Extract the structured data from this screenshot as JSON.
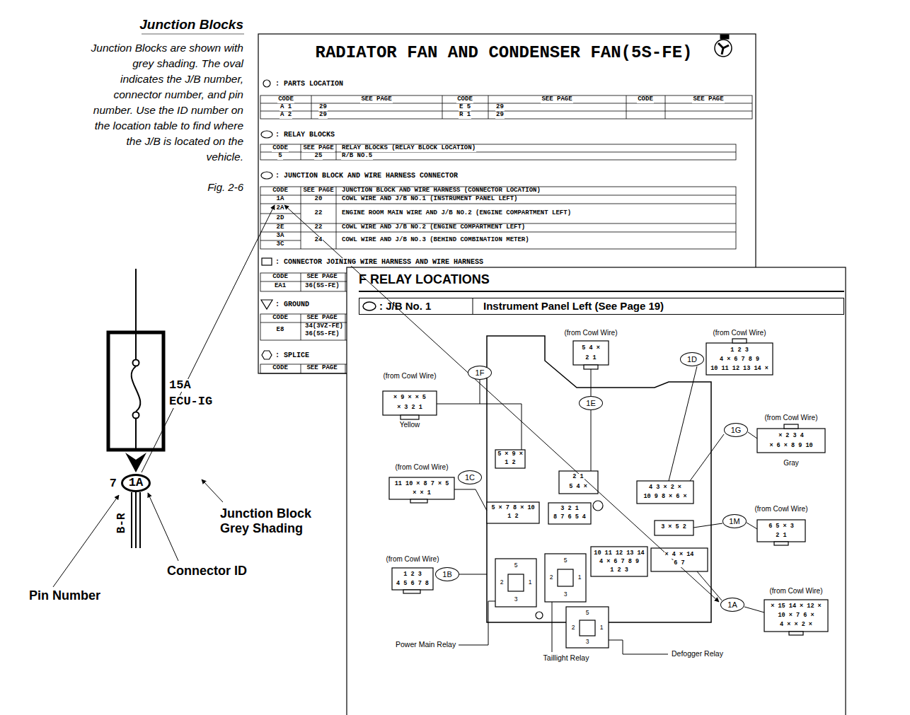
{
  "diagram": {
    "title": "Junction Blocks",
    "caption": "Fig. 2-6",
    "nodes": [
      {
        "text": [
          "1A"
        ]
      },
      {
        "text": [
          "RADIATOR FAN AND CONDENSER FAN(5S-FE)"
        ]
      },
      {
        "text": [
          "F RELAY LOCATIONS"
        ]
      },
      {
        "text": [
          ": J/B No. 1",
          "Instrument Panel Left (See Page 19)"
        ],
        "in": 2
      },
      {
        "text": [
          "1F"
        ],
        "in": 2
      },
      {
        "text": [
          "1E"
        ],
        "in": 2
      },
      {
        "text": [
          "1D"
        ],
        "in": 2
      },
      {
        "text": [
          "1G"
        ],
        "in": 2
      },
      {
        "text": [
          "1C"
        ],
        "in": 2
      },
      {
        "text": [
          "1M"
        ],
        "in": 2
      },
      {
        "text": [
          "1B"
        ],
        "in": 2
      },
      {
        "text": [
          "1A"
        ],
        "in": 2
      }
    ],
    "labels": [
      "Junction Blocks are shown with grey shading. The oval indicates the J/B number, connector number, and pin number. Use the ID number on the location table to find where the J/B is located on the vehicle.",
      "15A",
      "ECU-IG",
      "7",
      "B-R",
      "Junction Block Grey Shading",
      "Connector ID",
      "Pin Number",
      ": PARTS LOCATION",
      "CODE",
      "SEE PAGE",
      "CODE",
      "SEE PAGE",
      "CODE",
      "SEE PAGE",
      "A 1",
      "29",
      "E 5",
      "29",
      "A 2",
      "29",
      "R 1",
      "29",
      ": RELAY BLOCKS",
      "CODE",
      "SEE PAGE",
      "RELAY BLOCKS (RELAY BLOCK LOCATION)",
      "5",
      "25",
      "R/B NO.5",
      ": JUNCTION BLOCK AND WIRE HARNESS CONNECTOR",
      "CODE",
      "SEE PAGE",
      "JUNCTION BLOCK AND WIRE HARNESS (CONNECTOR LOCATION)",
      "1A",
      "20",
      "COWL WIRE AND J/B NO.1 (INSTRUMENT PANEL LEFT)",
      "2A",
      "2D",
      "22",
      "ENGINE ROOM MAIN WIRE AND J/B NO.2 (ENGINE COMPARTMENT LEFT)",
      "2E",
      "22",
      "COWL WIRE AND J/B NO.2 (ENGINE COMPARTMENT LEFT)",
      "3A",
      "3C",
      "24",
      "COWL WIRE AND J/B NO.3 (BEHIND COMBINATION METER)",
      ": CONNECTOR JOINING WIRE HARNESS AND WIRE HARNESS",
      "CODE",
      "SEE PAGE",
      "EA1",
      "36(5S-FE)",
      ": GROUND",
      "CODE",
      "SEE PAGE",
      "E8",
      "34(3VZ-FE)",
      "36(5S-FE)",
      ": SPLICE",
      "CODE",
      "SEE PAGE",
      "(from Cowl Wire)",
      "× 9 × × 5",
      "× 3 2 1",
      "Yellow",
      "(from Cowl Wire)",
      "5 4 ×",
      "2 1",
      "(from Cowl Wire)",
      "1 2 3",
      "4 × 6 7 8 9",
      "10 11 12 13 14 ×",
      "(from Cowl Wire)",
      "× 2 3 4",
      "× 6 × 8 9 10",
      "Gray",
      "(from Cowl Wire)",
      "11 10 × 8 7 × 5",
      "× × 1",
      "(from Cowl Wire)",
      "6 5 × 3",
      "2 1",
      "(from Cowl Wire)",
      "1 2 3",
      "4 5 6 7 8",
      "(from Cowl Wire)",
      "× 15 14 × 12 ×",
      "10 × 7 6 ×",
      "4 × × 2 ×",
      "5 × 9 ×",
      "1 2",
      "2 1",
      "5 4 ×",
      "5 × 7 8 × 10",
      "1 2",
      "3 2 1",
      "8 7 6 5 4",
      "4 3 × 2 ×",
      "10 9 8 × 6 ×",
      "3 × 5 2",
      "10 11 12 13 14",
      "4 × 6 7 8 9",
      "1 2 3",
      "× 4 × 14",
      "6 7",
      "5",
      "2",
      "1",
      "3",
      "5",
      "2",
      "1",
      "3",
      "5",
      "2",
      "1",
      "3",
      "Power Main Relay",
      "Taillight Relay",
      "Defogger Relay"
    ]
  }
}
